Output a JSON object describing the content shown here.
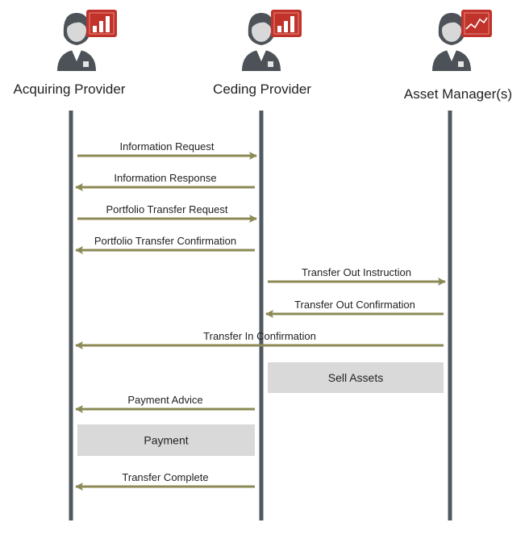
{
  "colors": {
    "lifeline": "#4f5a60",
    "arrow": "#8b8a55",
    "box": "#d9d9d9",
    "badge": "#c0322a",
    "person": "#4c5257"
  },
  "actors": [
    {
      "id": "acquiring",
      "label": "Acquiring Provider",
      "icon": "person-bar-chart-icon"
    },
    {
      "id": "ceding",
      "label": "Ceding Provider",
      "icon": "person-bar-chart-icon"
    },
    {
      "id": "asset",
      "label": "Asset Manager(s)",
      "icon": "person-line-chart-icon"
    }
  ],
  "messages": [
    {
      "label": "Information Request",
      "from": "acquiring",
      "to": "ceding"
    },
    {
      "label": "Information Response",
      "from": "ceding",
      "to": "acquiring"
    },
    {
      "label": "Portfolio Transfer Request",
      "from": "acquiring",
      "to": "ceding"
    },
    {
      "label": "Portfolio Transfer Confirmation",
      "from": "ceding",
      "to": "acquiring"
    },
    {
      "label": "Transfer Out Instruction",
      "from": "ceding",
      "to": "asset"
    },
    {
      "label": "Transfer Out Confirmation",
      "from": "asset",
      "to": "ceding"
    },
    {
      "label": "Transfer In Confirmation",
      "from": "asset",
      "to": "acquiring"
    },
    {
      "label": "Payment Advice",
      "from": "ceding",
      "to": "acquiring"
    },
    {
      "label": "Transfer Complete",
      "from": "ceding",
      "to": "acquiring"
    }
  ],
  "activities": [
    {
      "label": "Sell Assets",
      "from": "ceding",
      "to": "asset"
    },
    {
      "label": "Payment",
      "from": "acquiring",
      "to": "ceding"
    }
  ]
}
